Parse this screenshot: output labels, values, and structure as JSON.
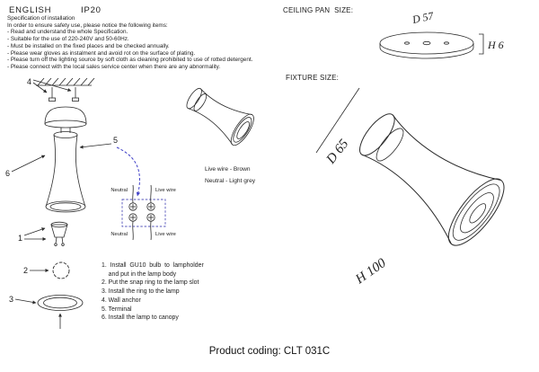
{
  "header": {
    "language": "ENGLISH",
    "ip": "IP20",
    "ceiling_pan_label": "CEILING PAN  SIZE:",
    "fixture_label": "FIXTURE SIZE:"
  },
  "spec": {
    "title": "Specification of installation",
    "intro": "In order to ensure safety use, please notice the following items:",
    "items": [
      "- Read and understand the whole Specification.",
      "- Suitable for the use of 220-240V and 50-60Hz.",
      "- Must be installed on the fixed places and be checked annually.",
      "- Please wear gloves as instalment and avoid rot on the surface of plating.",
      "- Please turn off the lighting source by soft cloth as cleaning prohibited to use of rotted detergent.",
      "- Please connect with the local sales service center when there are any abnormality."
    ]
  },
  "dimensions": {
    "pan_diameter": "D 57",
    "pan_height": "H 6",
    "fixture_diameter": "D 65",
    "fixture_height": "H 100"
  },
  "wiring": {
    "live_note": "Live wire - Brown",
    "neutral_note": "Neutral - Light grey",
    "top_left": "Neutral",
    "top_right": "Live wire",
    "bottom_left": "Neutral",
    "bottom_right": "Live wire"
  },
  "parts": {
    "n1": "1",
    "n2": "2",
    "n3": "3",
    "n4": "4",
    "n5": "5",
    "n6": "6"
  },
  "steps": [
    "1.  Install  GU10  bulb  to  lampholder",
    "    and put in the lamp body",
    "2. Put the snap ring to the lamp slot",
    "3. Install the ring to the lamp",
    "4. Wall anchor",
    "5. Terminal",
    "6. Install the lamp to canopy"
  ],
  "footer": {
    "product_coding": "Product coding: CLT 031C"
  },
  "colors": {
    "accent_blue": "#4040c8",
    "ink": "#222222"
  }
}
